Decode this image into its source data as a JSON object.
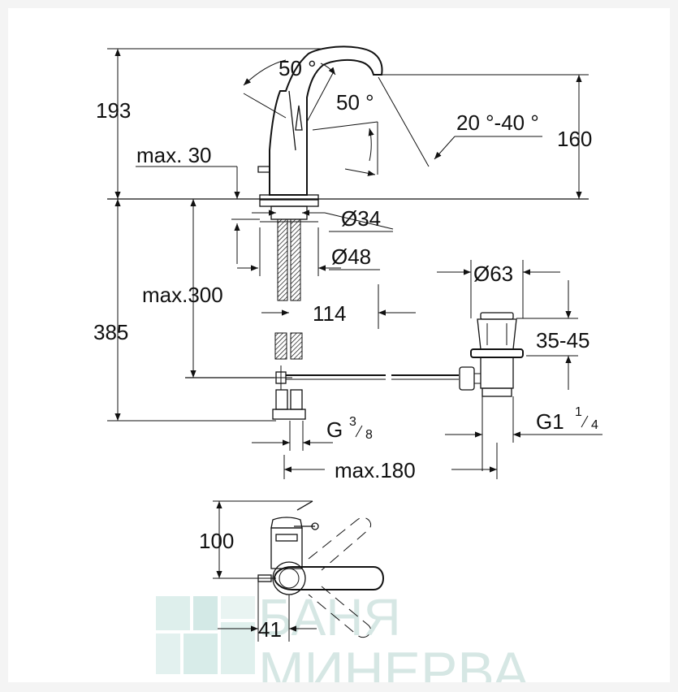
{
  "dimensions": {
    "d193": "193",
    "d385": "385",
    "d160": "160",
    "angle50a": "50 °",
    "angle50b": "50 °",
    "angle2040": "20 °-40 °",
    "max30": "max. 30",
    "max300": "max.300",
    "dia34": "Ø34",
    "dia48": "Ø48",
    "dia63": "Ø63",
    "d114": "114",
    "d3545": "35-45",
    "g38": "G",
    "g38_sup": "3",
    "g38_sub": "8",
    "g114": "G1",
    "g114_sup": "1",
    "g114_sub": "4",
    "max180": "max.180",
    "d100": "100",
    "d41": "41"
  },
  "watermark": {
    "line1": "БАНЯ",
    "line2": "МИНЕРВА",
    "color": "#cfe3e0"
  }
}
